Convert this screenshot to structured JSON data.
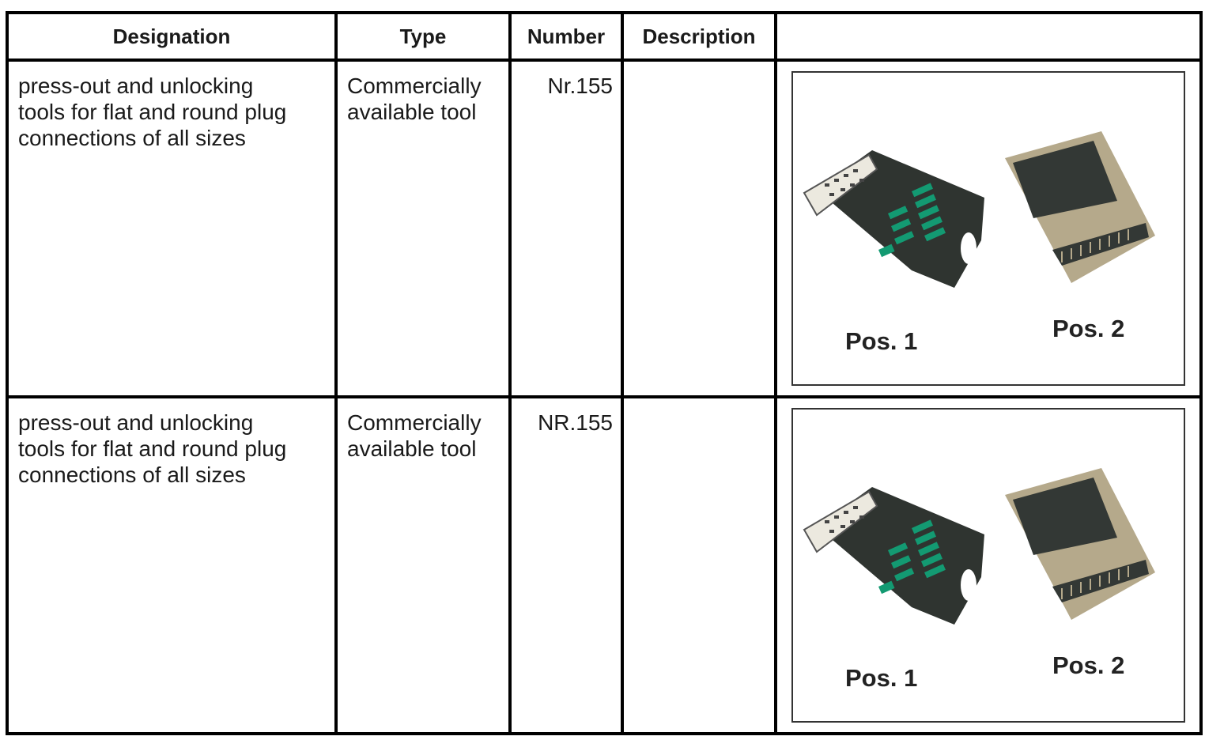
{
  "table": {
    "headers": {
      "designation": "Designation",
      "type": "Type",
      "number": "Number",
      "description": "Description",
      "image": ""
    },
    "rows": [
      {
        "designation_lines": [
          "press-out and unlocking",
          "tools for flat and round plug",
          "connections of all sizes"
        ],
        "type_lines": [
          "Commercially",
          "available tool"
        ],
        "number": "Nr.155",
        "description": "",
        "image": {
          "pos1_label": "Pos. 1",
          "pos2_label": "Pos. 2"
        }
      },
      {
        "designation_lines": [
          "press-out and unlocking",
          "tools for flat and round plug",
          "connections of all sizes"
        ],
        "type_lines": [
          "Commercially",
          "available tool"
        ],
        "number": "NR.155",
        "description": "",
        "image": {
          "pos1_label": "Pos. 1",
          "pos2_label": "Pos. 2"
        }
      }
    ]
  },
  "colors": {
    "case_dark": "#2f3430",
    "handle_green": "#139a72",
    "case_beige": "#b5a98b",
    "lid_dark": "#333835"
  }
}
